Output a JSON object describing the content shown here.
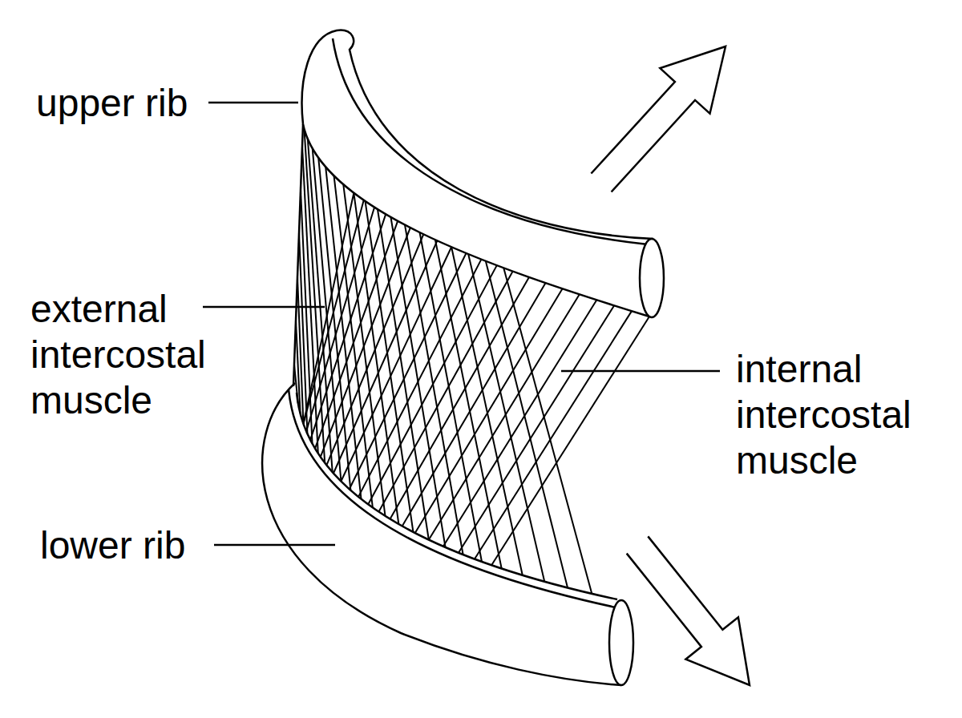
{
  "diagram": {
    "labels": [
      "upper rib",
      "external intercostal muscle",
      "internal intercostal muscle",
      "lower rib"
    ]
  }
}
